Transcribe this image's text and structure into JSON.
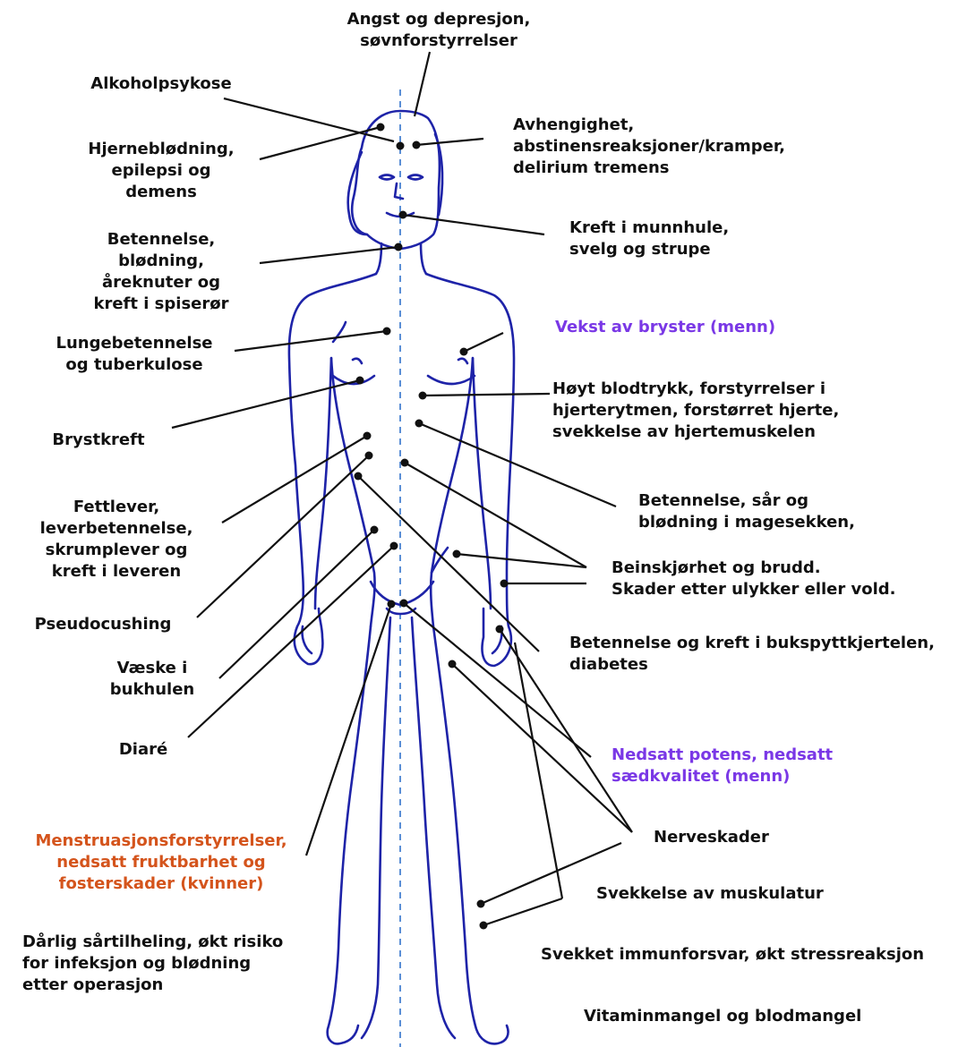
{
  "labels": {
    "angst": "Angst og  depresjon,\nsøvnforstyrrelser",
    "alkoholpsykose": "Alkoholpsykose",
    "hjerne": "Hjerneblødning,\nepilepsi og\ndemens",
    "avhengighet": "Avhengighet,\nabstinensreaksjoner/kramper,\ndelirium tremens",
    "spiseror": "Betennelse,\nblødning,\nåreknuter og\nkreft i spiserør",
    "munnhule": "Kreft i munnhule,\nsvelg og strupe",
    "lunge": "Lungebetennelse\nog tuberkulose",
    "bryster": "Vekst av bryster (menn)",
    "hjerte": "Høyt blodtrykk, forstyrrelser i\nhjerterytmen, forstørret hjerte,\nsvekkelse av hjertemuskelen",
    "brystkreft": "Brystkreft",
    "lever": "Fettlever,\nleverbetennelse,\nskrumplever og\nkreft i leveren",
    "magesekk": "Betennelse, sår og\nblødning i magesekken,",
    "bein": "Beinskjørhet og brudd.\nSkader etter ulykker eller vold.",
    "pseudocushing": "Pseudocushing",
    "bukspytt": "Betennelse og kreft i bukspyttkjertelen,\ndiabetes",
    "vaeske": "Væske i\nbukhulen",
    "diare": "Diaré",
    "potens": "Nedsatt potens, nedsatt\nsædkvalitet (menn)",
    "nerve": "Nerveskader",
    "menstruasjon": "Menstruasjonsforstyrrelser,\nnedsatt fruktbarhet og\nfosterskader (kvinner)",
    "muskulatur": "Svekkelse av muskulatur",
    "sartilheling": "Dårlig sårtilheling, økt risiko\nfor infeksjon og blødning\netter operasjon",
    "immunforsvar": "Svekket immunforsvar, økt stressreaksjon",
    "vitamin": "Vitaminmangel og blodmangel"
  },
  "colors": {
    "body_outline": "#1e23a8",
    "midline": "#5b8fd6",
    "text_default": "#111111",
    "text_men": "#7a38e6",
    "text_women": "#d4541c"
  }
}
